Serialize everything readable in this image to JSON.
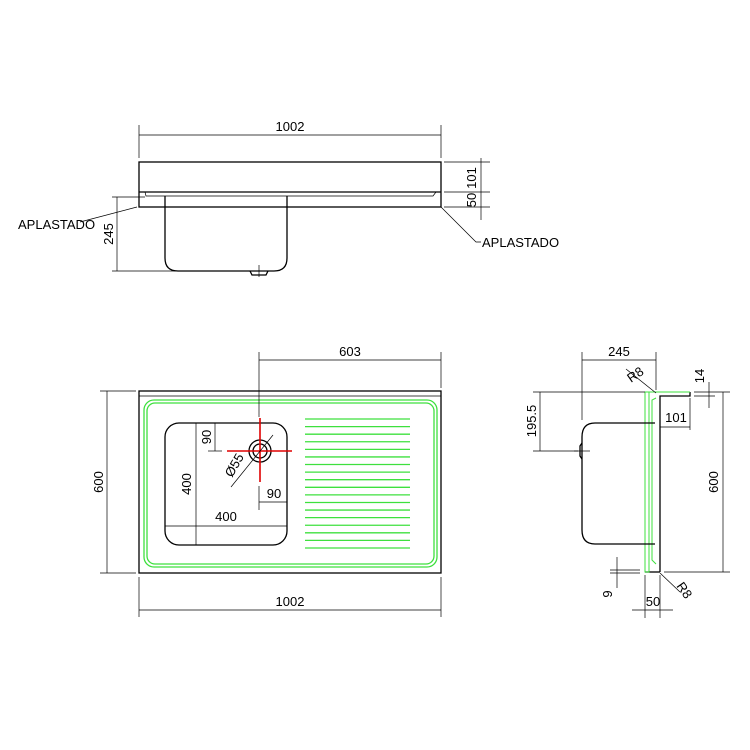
{
  "top_view": {
    "width": "1002",
    "height_top": "101",
    "height_rim": "50",
    "bowl_depth": "245",
    "label_left": "APLASTADO",
    "label_right": "APLASTADO"
  },
  "plan_view": {
    "drain_offset": "603",
    "width": "1002",
    "depth": "600",
    "bowl_height": "400",
    "bowl_width": "400",
    "drain_top": "90",
    "drain_right": "90",
    "drain_diameter": "Ø55",
    "groove_count": 18
  },
  "side_view": {
    "bowl_depth": "245",
    "bowl_offset": "195.5",
    "depth": "600",
    "flange_top": "14",
    "backsplash": "101",
    "radius_top": "R8",
    "radius_bottom": "R8",
    "edge": "9",
    "front": "50"
  },
  "colors": {
    "outline": "#000000",
    "drainboard": "#3ee03e",
    "centerline": "#e00000"
  }
}
